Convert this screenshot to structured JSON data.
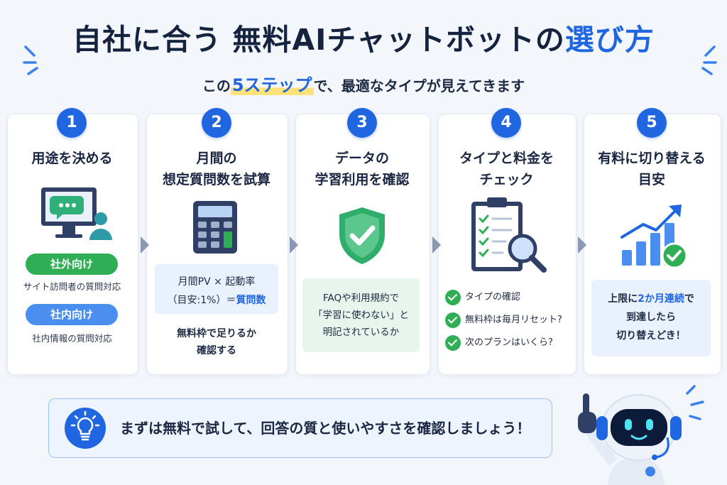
{
  "header": {
    "title_main": "自社に合う 無料AIチャットボットの",
    "title_accent": "選び方",
    "sub_prefix": "この",
    "sub_highlight": "5ステップ",
    "sub_suffix": "で、最適なタイプが見えてきます"
  },
  "steps": [
    {
      "number": "1",
      "title_lines": [
        "用途を決める"
      ],
      "pill_external": "社外向け",
      "external_desc": "サイト訪問者の質問対応",
      "pill_internal": "社内向け",
      "internal_desc": "社内情報の質問対応",
      "icon": "monitor-chat-icon"
    },
    {
      "number": "2",
      "title_lines": [
        "月間の",
        "想定質問数を試算"
      ],
      "formula_line1": "月間PV × 起動率",
      "formula_line2_prefix": "（目安:1%）＝",
      "formula_result": "質問数",
      "note_lines": [
        "無料枠で足りるか",
        "確認する"
      ],
      "icon": "calculator-icon"
    },
    {
      "number": "3",
      "title_lines": [
        "データの",
        "学習利用を確認"
      ],
      "desc_lines": [
        "FAQや利用規約で",
        "「学習に使わない」と",
        "明記されているか"
      ],
      "icon": "shield-check-icon"
    },
    {
      "number": "4",
      "title_lines": [
        "タイプと料金を",
        "チェック"
      ],
      "checks": [
        "タイプの確認",
        "無料枠は毎月リセット?",
        "次のプランはいくら?"
      ],
      "icon": "clipboard-magnifier-icon"
    },
    {
      "number": "5",
      "title_lines": [
        "有料に切り替える",
        "目安"
      ],
      "limit_prefix": "上限に",
      "limit_highlight": "2か月連続",
      "limit_suffix": "で",
      "limit_lines": [
        "到達したら",
        "切り替えどき！"
      ],
      "icon": "growth-chart-icon"
    }
  ],
  "banner": {
    "text": "まずは無料で試して、回答の質と使いやすさを確認しましょう！",
    "icon": "lightbulb-icon"
  },
  "mascot": {
    "icon": "robot-mascot-icon"
  },
  "colors": {
    "primary": "#1f66e0",
    "green": "#2fae56",
    "pill_internal": "#4a8ef0",
    "dark_navy": "#2f3f66"
  }
}
